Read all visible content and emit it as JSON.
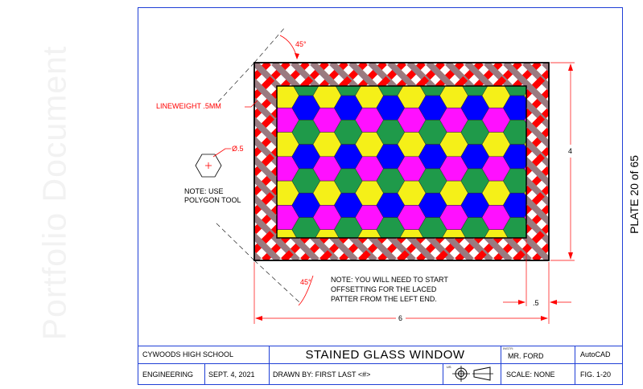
{
  "watermark": "Portfolio Document",
  "plate_label": "PLATE 20 of 65",
  "annotations": {
    "angle_top": "45°",
    "angle_bottom": "45°",
    "lineweight": "LINEWEIGHT .5MM",
    "hex_dia": "Ø.5",
    "note_polygon_1": "NOTE: USE",
    "note_polygon_2": "POLYGON TOOL",
    "note_offset_1": "NOTE:  YOU WILL NEED TO START",
    "note_offset_2": "OFFSETTING FOR THE LACED",
    "note_offset_3": "PATTER FROM THE LEFT END.",
    "dim_height": "4",
    "dim_width": "6",
    "dim_border": ".5"
  },
  "title_block": {
    "school": "CYWOODS HIGH SCHOOL",
    "title": "STAINED GLASS WINDOW",
    "instr_label": "INSTR:",
    "instructor": "MR. FORD",
    "software": "AutoCAD",
    "department": "ENGINEERING",
    "date": "SEPT. 4, 2021",
    "drawn_by": "DRAWN BY: FIRST LAST <#>",
    "us_label": "US",
    "scale": "SCALE: NONE",
    "figure": "FIG. 1-20"
  },
  "colors": {
    "border_blue": "#1f3fd6",
    "red": "#ff0000",
    "yellow": "#f5f018",
    "magenta": "#ff10ff",
    "blue": "#0000ff",
    "green": "#1f9a4a",
    "gold": "#e8d400",
    "navy": "#3030c8"
  }
}
